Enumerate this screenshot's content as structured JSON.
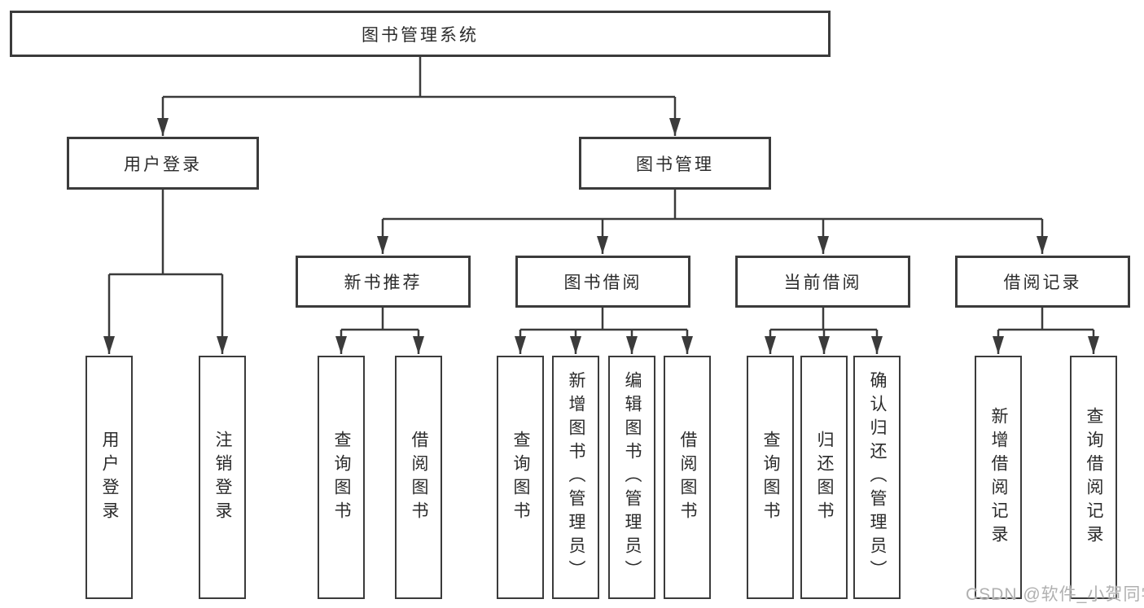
{
  "meta": {
    "diagram_type": "tree",
    "title": "图书管理系统"
  },
  "colors": {
    "line": "#3b3b3b",
    "box_border": "#3b3b3b",
    "text": "#2b2b2b",
    "background": "#ffffff",
    "watermark": "#b0b0b0"
  },
  "tree": {
    "root": {
      "label": "图书管理系统",
      "children": [
        {
          "label": "用户登录",
          "children": [
            {
              "label": "用户登录"
            },
            {
              "label": "注销登录"
            }
          ]
        },
        {
          "label": "图书管理",
          "children": [
            {
              "label": "新书推荐",
              "children": [
                {
                  "label": "查询图书"
                },
                {
                  "label": "借阅图书"
                }
              ]
            },
            {
              "label": "图书借阅",
              "children": [
                {
                  "label": "查询图书"
                },
                {
                  "label": "新增图书（管理员）"
                },
                {
                  "label": "编辑图书（管理员）"
                },
                {
                  "label": "借阅图书"
                }
              ]
            },
            {
              "label": "当前借阅",
              "children": [
                {
                  "label": "查询图书"
                },
                {
                  "label": "归还图书"
                },
                {
                  "label": "确认归还（管理员）"
                }
              ]
            },
            {
              "label": "借阅记录",
              "children": [
                {
                  "label": "新增借阅记录"
                },
                {
                  "label": "查询借阅记录"
                }
              ]
            }
          ]
        }
      ]
    }
  },
  "watermark": {
    "text": "CSDN @软件_小贺同学"
  }
}
